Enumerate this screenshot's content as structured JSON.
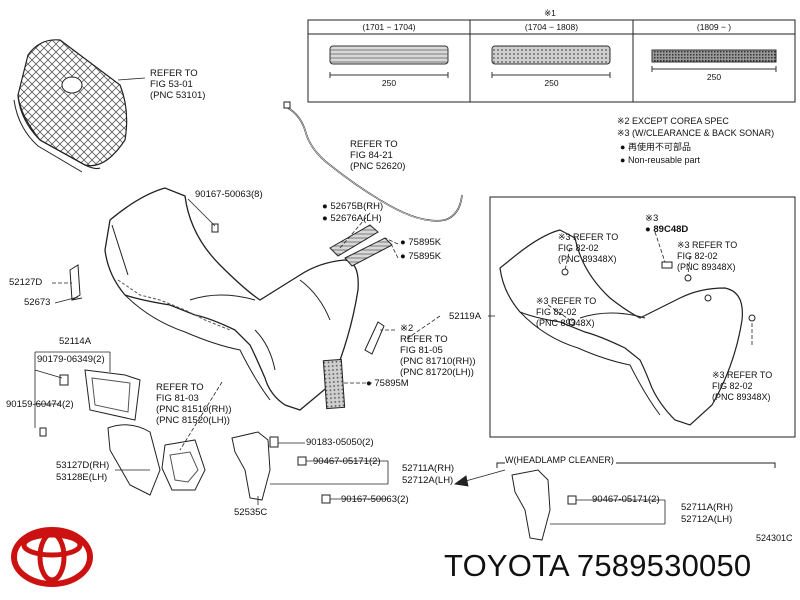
{
  "brand": "TOYOTA",
  "part_number": "7589530050",
  "diagram_code": "524301C",
  "table": {
    "marker": "※1",
    "columns": [
      {
        "range": "(1701 − 1704)",
        "dimension": "250"
      },
      {
        "range": "(1704 − 1808)",
        "dimension": "250"
      },
      {
        "range": "(1809 −          )",
        "dimension": "250"
      }
    ]
  },
  "legend": {
    "notes": [
      "※2 EXCEPT COREA SPEC",
      "※3 (W/CLEARANCE & BACK SONAR)"
    ],
    "items": [
      {
        "symbol": "●",
        "text": "再使用不可部品"
      },
      {
        "symbol": "●",
        "text": "Non-reusable part"
      }
    ]
  },
  "inset": {
    "title": "W(HEADLAMP CLEANER)"
  },
  "labels": {
    "grille_ref": [
      "REFER TO",
      "FIG 53-01",
      "(PNC 53101)"
    ],
    "harness_ref": [
      "REFER TO",
      "FIG 84-21",
      "(PNC 52620)"
    ],
    "bolt_top": "90167-50063(8)",
    "p52675b": "52675B(RH)",
    "p52676a": "52676A(LH)",
    "p75895k_1": "75895K",
    "p75895k_2": "75895K",
    "p52127d": "52127D",
    "p52673": "52673",
    "p52114a": "52114A",
    "p90179": "90179-06349(2)",
    "p90159": "90159-60474(2)",
    "fig8105": [
      "※2",
      "REFER TO",
      "FIG 81-05",
      "(PNC 81710(RH))",
      "(PNC 81720(LH))"
    ],
    "p75895m": "75895M",
    "fig8103": [
      "REFER TO",
      "FIG 81-03",
      "(PNC 81510(RH))",
      "(PNC 81520(LH))"
    ],
    "p53127d": "53127D(RH)",
    "p53128e": "53128E(LH)",
    "p90183": "90183-05050(2)",
    "p90467a": "90467-05171(2)",
    "p52711a": "52711A(RH)",
    "p52712a": "52712A(LH)",
    "p90167b": "90167-50063(2)",
    "p52535c": "52535C",
    "p52119a": "52119A",
    "sonar_ref_1": [
      "※3 REFER TO",
      "FIG 82-02",
      "(PNC 89348X)"
    ],
    "sonar_part": [
      "※3",
      "89C48D"
    ],
    "sonar_ref_2": [
      "※3 REFER TO",
      "FIG 82-02",
      "(PNC 89348X)"
    ],
    "sonar_ref_3": [
      "※3 REFER TO",
      "FIG 82-02",
      "(PNC 89348X)"
    ],
    "sonar_ref_4": [
      "※3 REFER TO",
      "FIG 82-02",
      "(PNC 89348X)"
    ],
    "p90467b": "90467-05171(2)",
    "p52711a_b": "52711A(RH)",
    "p52712a_b": "52712A(LH)"
  }
}
